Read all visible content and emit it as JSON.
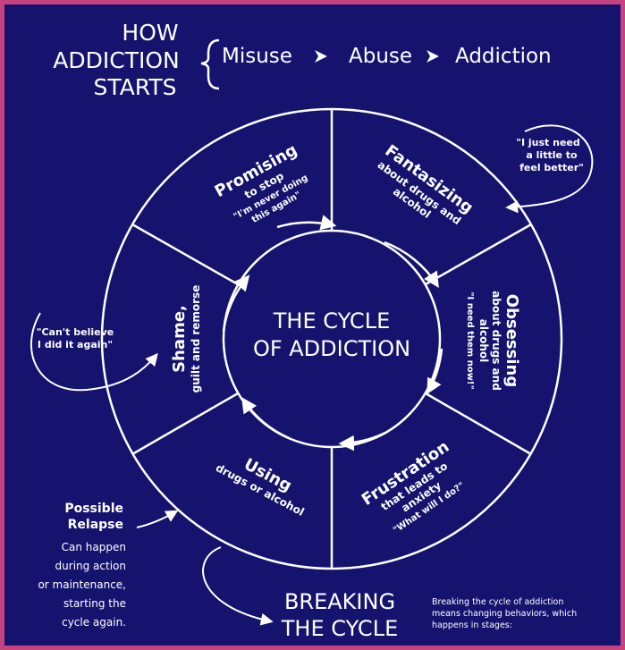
{
  "header": {
    "title_line1": "How",
    "title_line2": "Addiction",
    "title_line3": "Starts",
    "step1": "Misuse",
    "step2": "Abuse",
    "step3": "Addiction"
  },
  "center": {
    "line1": "The Cycle",
    "line2": "of Addiction"
  },
  "stages": {
    "promising": {
      "title": "Promising",
      "line1": "to stop",
      "line2": "\"I'm never doing",
      "line3": "this again\""
    },
    "fantasizing": {
      "title": "Fantasizing",
      "line1": "about drugs and",
      "line2": "alcohol"
    },
    "obsessing": {
      "title": "Obsessing",
      "line1": "about drugs and",
      "line2": "alcohol",
      "line3": "\"I need them now!\""
    },
    "frustration": {
      "title": "Frustration",
      "line1": "that leads to",
      "line2": "anxiety",
      "line3": "\"What will I do?\""
    },
    "using": {
      "title": "Using",
      "line1": "drugs or alcohol"
    },
    "shame": {
      "title": "Shame,",
      "line1": "guilt and remorse"
    }
  },
  "quotes": {
    "need": [
      "\"I just need",
      "a little to",
      "feel better\""
    ],
    "believe": [
      "\"Can't believe",
      "I did it again\""
    ]
  },
  "relapse": {
    "title1": "Possible",
    "title2": "Relapse",
    "lines": [
      "Can happen",
      "during action",
      "or maintenance,",
      "starting the",
      "cycle again."
    ]
  },
  "breaking": {
    "line1": "Breaking",
    "line2": "the Cycle",
    "note": [
      "Breaking the cycle of addiction",
      "means changing behaviors, which",
      "happens in stages:"
    ]
  }
}
